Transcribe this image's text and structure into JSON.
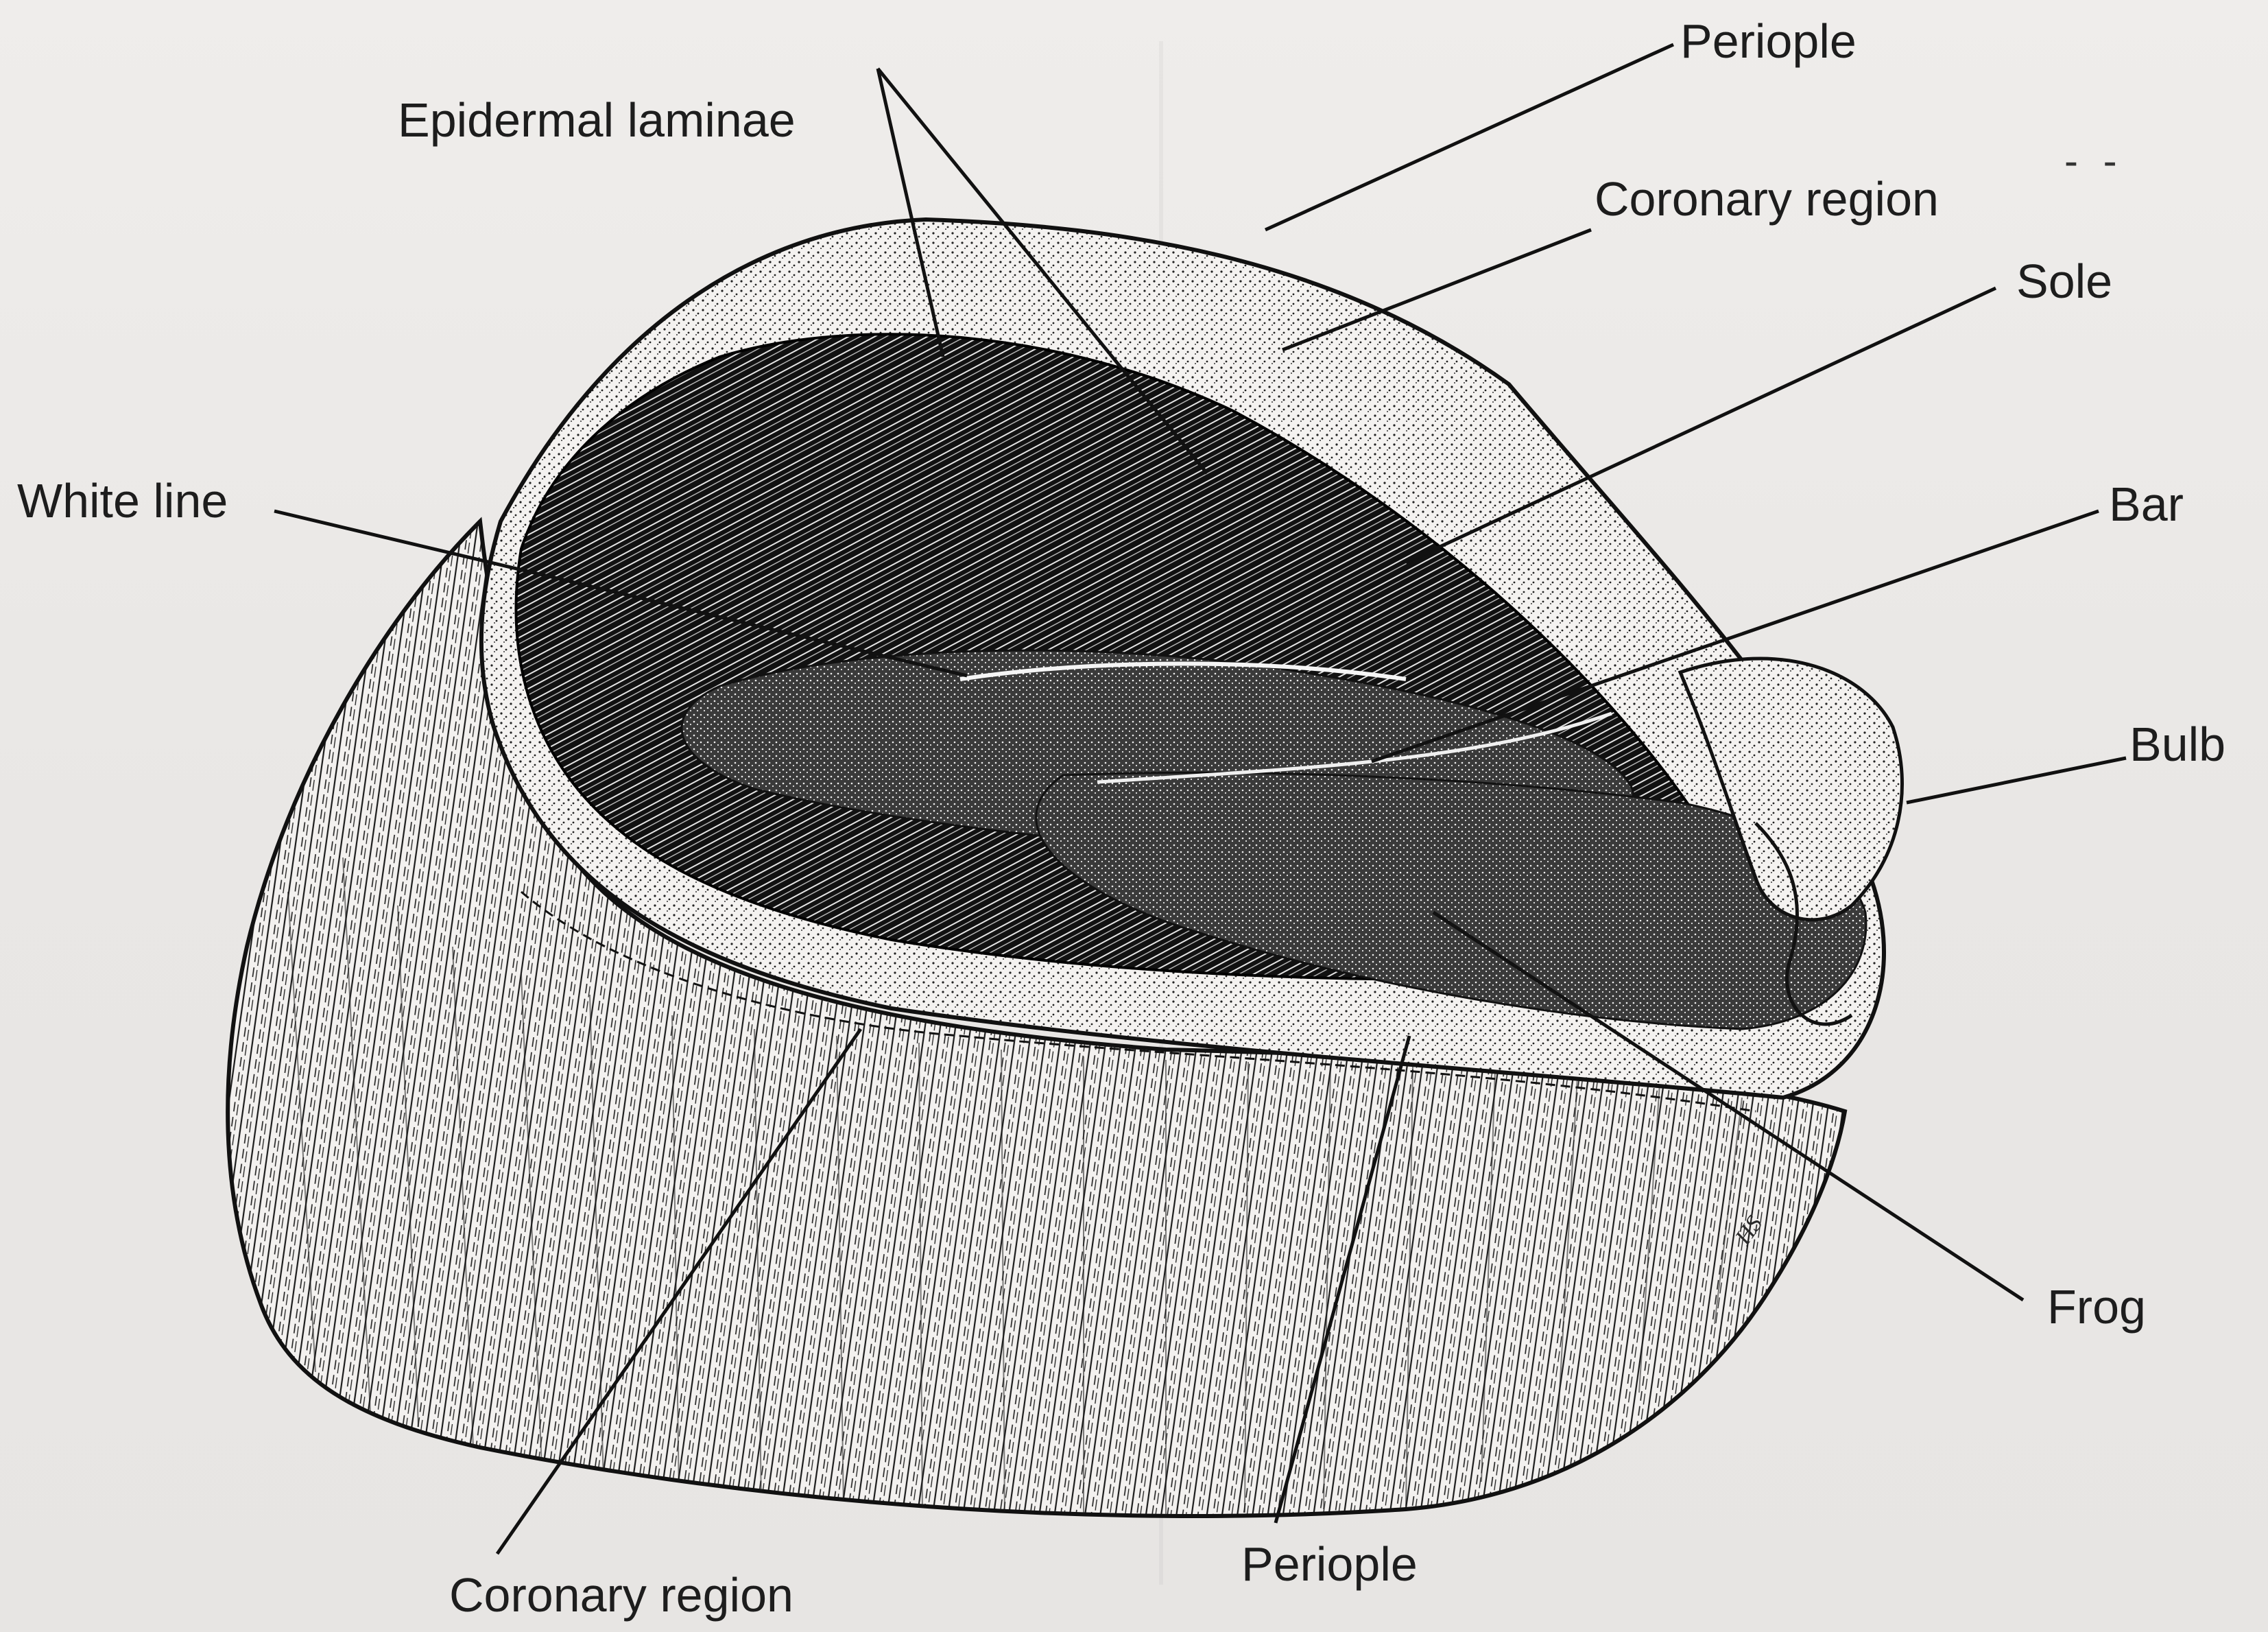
{
  "labels": {
    "periople_top": "Periople",
    "epidermal_laminae": "Epidermal laminae",
    "coronary_region_top": "Coronary region",
    "sole": "Sole",
    "white_line": "White line",
    "bar": "Bar",
    "bulb": "Bulb",
    "frog": "Frog",
    "coronary_region_bottom": "Coronary region",
    "periople_bottom": "Periople"
  },
  "artist_initials": "HS",
  "stray_mark": "- -",
  "colors": {
    "ink": "#111111",
    "paper": "#ebe9e7",
    "horn_wall": "#f2f0ee"
  }
}
